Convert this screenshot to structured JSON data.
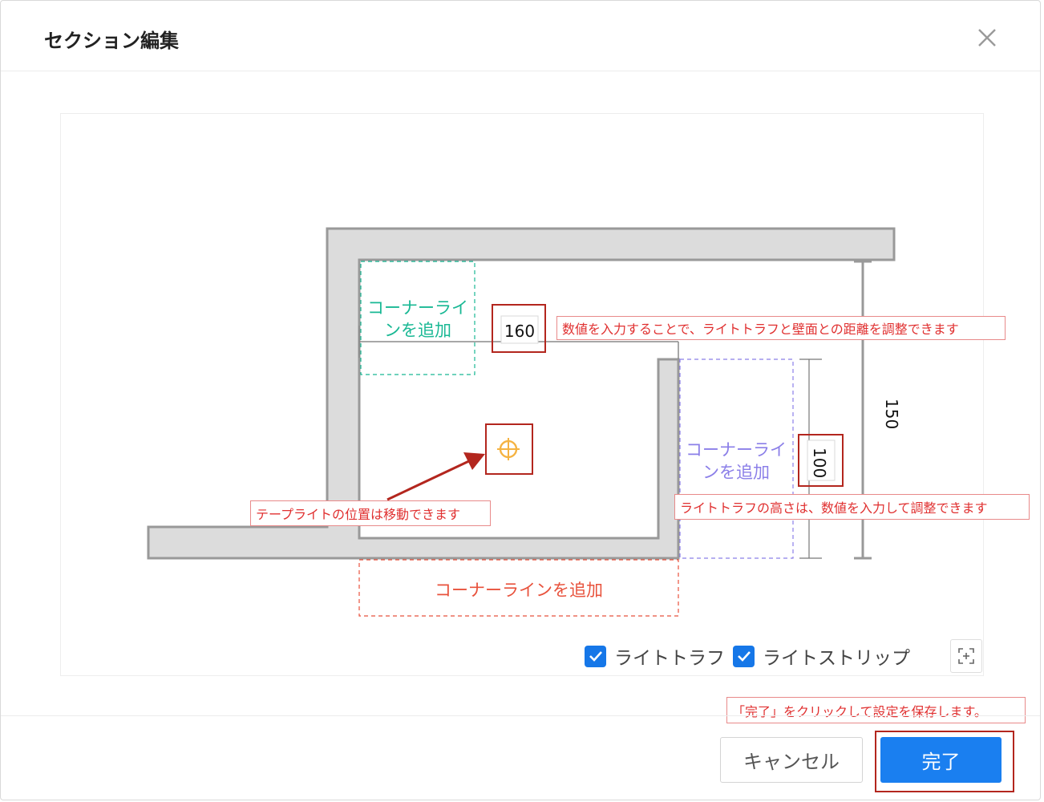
{
  "dialog": {
    "title": "セクション編集",
    "close_icon": "close-icon"
  },
  "diagram": {
    "zone_top_left": [
      "コーナーライ",
      "ンを追加"
    ],
    "zone_right": [
      "コーナーライ",
      "ンを追加"
    ],
    "zone_bottom": "コーナーラインを追加",
    "input_distance": "160",
    "input_height": "100",
    "dimension_label": "150",
    "marker_icon": "crosshair-icon",
    "colors": {
      "wall_fill": "#dcdcdc",
      "wall_stroke": "#999999",
      "zone_green": "#19b894",
      "zone_purple": "#8b7fe8",
      "zone_red": "#e8523c",
      "highlight_red": "#b3261e",
      "marker": "#f5b342"
    }
  },
  "annotations": {
    "distance_hint": "数値を入力することで、ライトトラフと壁面との距離を調整できます",
    "move_hint": "テープライトの位置は移動できます",
    "height_hint": "ライトトラフの高さは、数値を入力して調整できます",
    "save_hint": "「完了」をクリックして設定を保存します。"
  },
  "options": {
    "light_trough_label": "ライトトラフ",
    "light_trough_checked": true,
    "light_strip_label": "ライトストリップ",
    "light_strip_checked": true,
    "fit_icon": "fit-view-icon"
  },
  "footer": {
    "cancel_label": "キャンセル",
    "done_label": "完了",
    "accent": "#1a7ff0"
  }
}
